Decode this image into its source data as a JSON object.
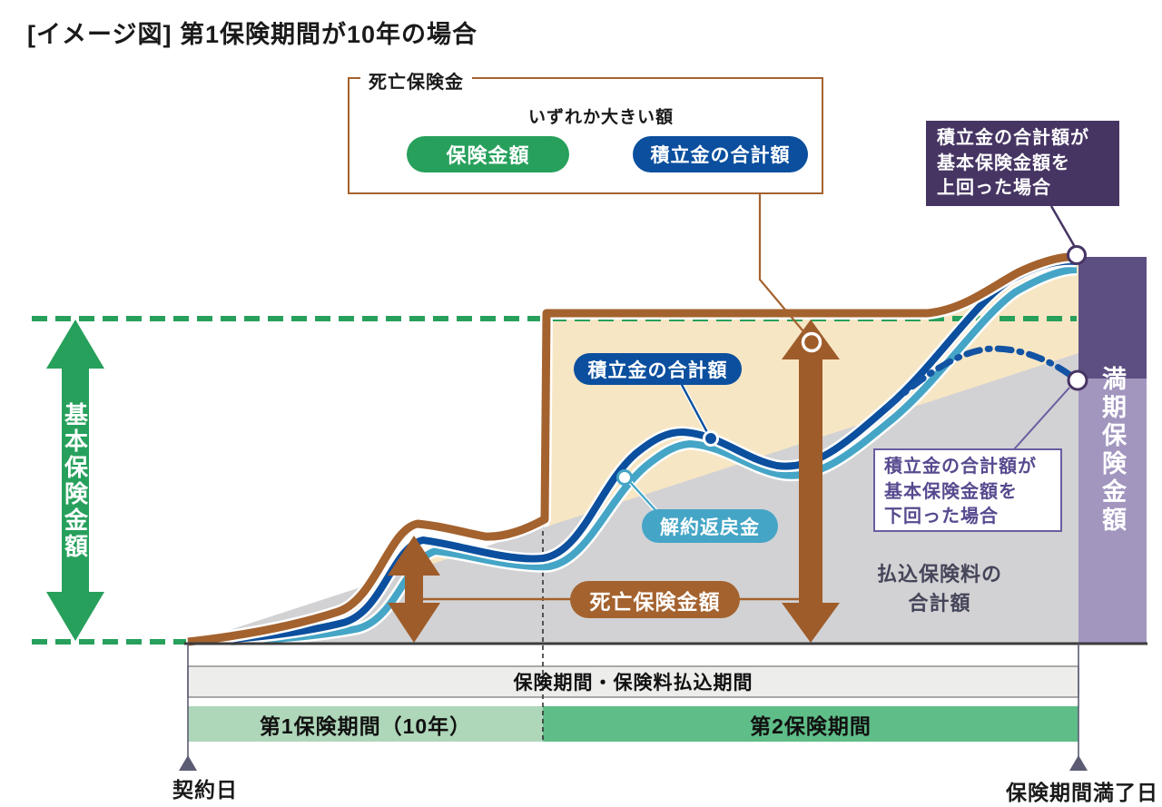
{
  "title": "[イメージ図] 第1保険期間が10年の場合",
  "death_benefit_legend": {
    "box_label": "死亡保険金",
    "caption": "いずれか大きい額",
    "insured_amount_pill": "保険金額",
    "accumulation_pill": "積立金の合計額"
  },
  "callouts": {
    "above": {
      "line1": "積立金の合計額が",
      "line2": "基本保険金額を",
      "line3": "上回った場合"
    },
    "below": {
      "line1": "積立金の合計額が",
      "line2": "基本保険金額を",
      "line3": "下回った場合"
    }
  },
  "left_axis": {
    "label": "基本保険金額"
  },
  "maturity_bar": {
    "label": "満期保険金額"
  },
  "curves": {
    "accumulation_label": "積立金の合計額",
    "surrender_label": "解約返戻金",
    "death_benefit_label": "死亡保険金額",
    "premium_label_line1": "払込保険料の",
    "premium_label_line2": "合計額"
  },
  "period_bars": {
    "combined": "保険期間・保険料払込期間",
    "first": "第1保険期間（10年）",
    "second": "第2保険期間"
  },
  "timeline": {
    "start_label": "契約日",
    "end_label": "保険期間満了日"
  },
  "colors": {
    "green": "#27a05c",
    "dark_blue": "#0b4f9e",
    "light_blue": "#45a5c6",
    "brown": "#a4622e",
    "beige": "#f7e6c4",
    "gray_area": "#d2d2d4",
    "purple_bar_dark": "#5d4f82",
    "purple_bar_light": "#a296bf",
    "callout_purple": "#463563",
    "note_purple": "#6b5da1",
    "light_green_bar": "#aed6b9",
    "green_bar": "#5fbd88"
  }
}
